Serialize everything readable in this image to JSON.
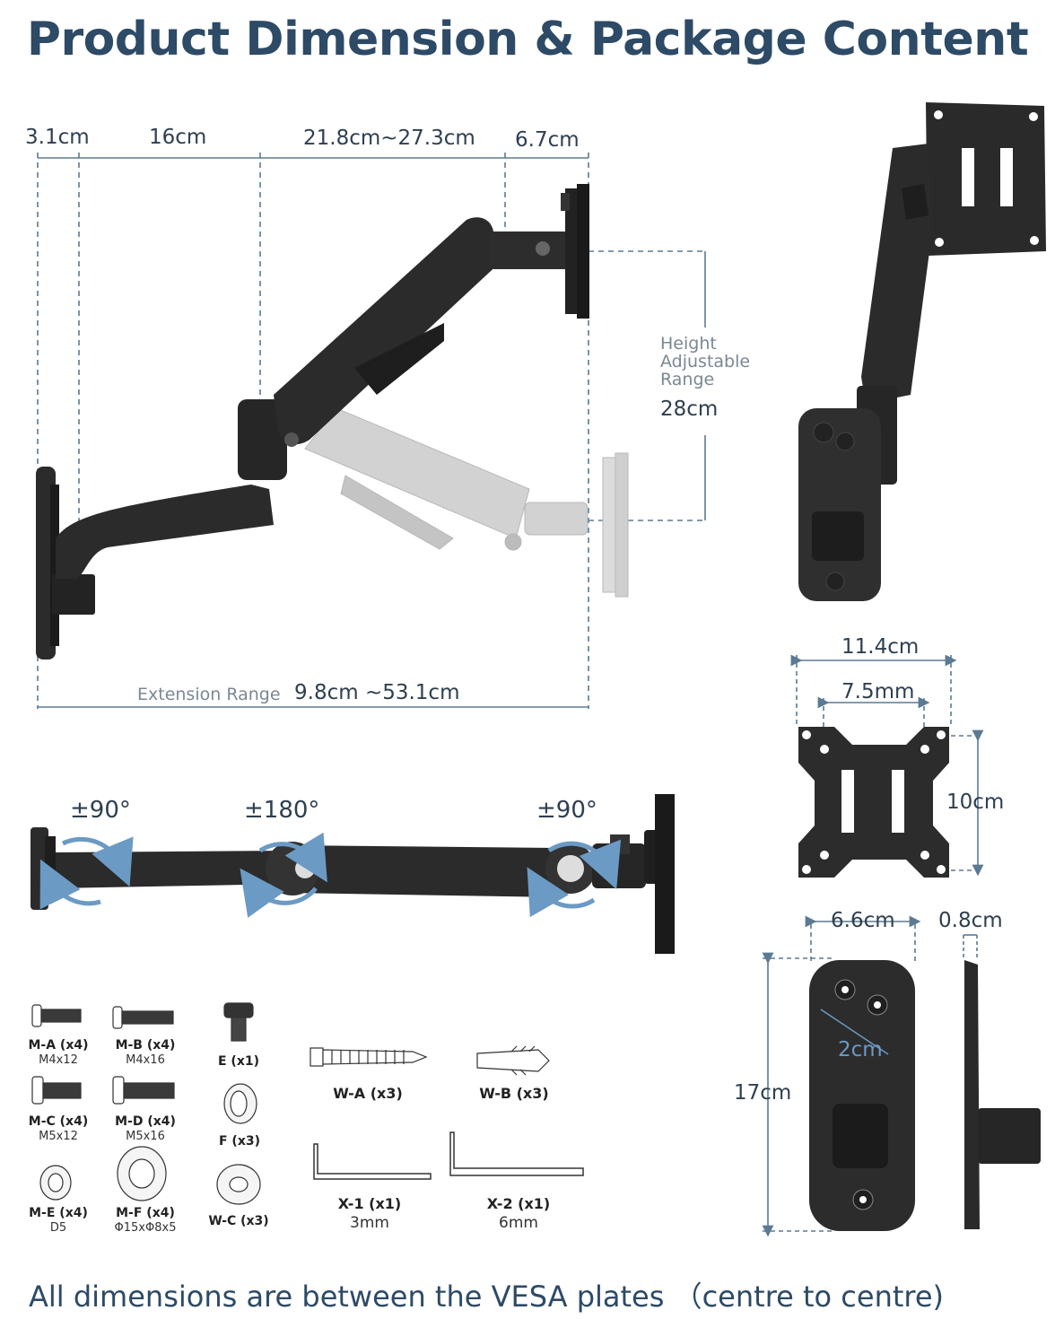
{
  "title": "Product Dimension & Package Content",
  "side_view": {
    "dim_1": "3.1cm",
    "dim_2": "16cm",
    "dim_3": "21.8cm~27.3cm",
    "dim_4": "6.7cm",
    "height_label_line1": "Height",
    "height_label_line2": "Adjustable",
    "height_label_line3": "Range",
    "height_value": "28cm",
    "extension_label": "Extension Range",
    "extension_value": "9.8cm ~53.1cm"
  },
  "vesa_plate": {
    "width": "11.4cm",
    "hole_spacing": "7.5mm",
    "height": "10cm"
  },
  "top_view": {
    "rotation_left": "±90°",
    "rotation_middle": "±180°",
    "rotation_right": "±90°"
  },
  "wall_plate": {
    "width": "6.6cm",
    "depth": "0.8cm",
    "hole_spacing": "2cm",
    "height": "17cm"
  },
  "parts": [
    {
      "id": "ma",
      "label": "M-A (x4)",
      "spec": "M4x12"
    },
    {
      "id": "mb",
      "label": "M-B (x4)",
      "spec": "M4x16"
    },
    {
      "id": "e",
      "label": "E (x1)",
      "spec": ""
    },
    {
      "id": "mc",
      "label": "M-C (x4)",
      "spec": "M5x12"
    },
    {
      "id": "md",
      "label": "M-D (x4)",
      "spec": "M5x16"
    },
    {
      "id": "f",
      "label": "F (x3)",
      "spec": ""
    },
    {
      "id": "me",
      "label": "M-E (x4)",
      "spec": "D5"
    },
    {
      "id": "mf",
      "label": "M-F (x4)",
      "spec": "Φ15xΦ8x5"
    },
    {
      "id": "wc",
      "label": "W-C (x3)",
      "spec": ""
    },
    {
      "id": "wa",
      "label": "W-A (x3)",
      "spec": ""
    },
    {
      "id": "wb",
      "label": "W-B (x3)",
      "spec": ""
    },
    {
      "id": "x1",
      "label": "X-1 (x1)",
      "spec": "3mm"
    },
    {
      "id": "x2",
      "label": "X-2 (x1)",
      "spec": "6mm"
    }
  ],
  "footer": "All dimensions are between the VESA plates （centre to centre)",
  "colors": {
    "title": "#2d4a66",
    "dimension_line": "#5b7a93",
    "arm": "#2b2b2b",
    "ghost_arm": "#c9c9c9",
    "rotation_arrow": "#6b9ac4"
  }
}
